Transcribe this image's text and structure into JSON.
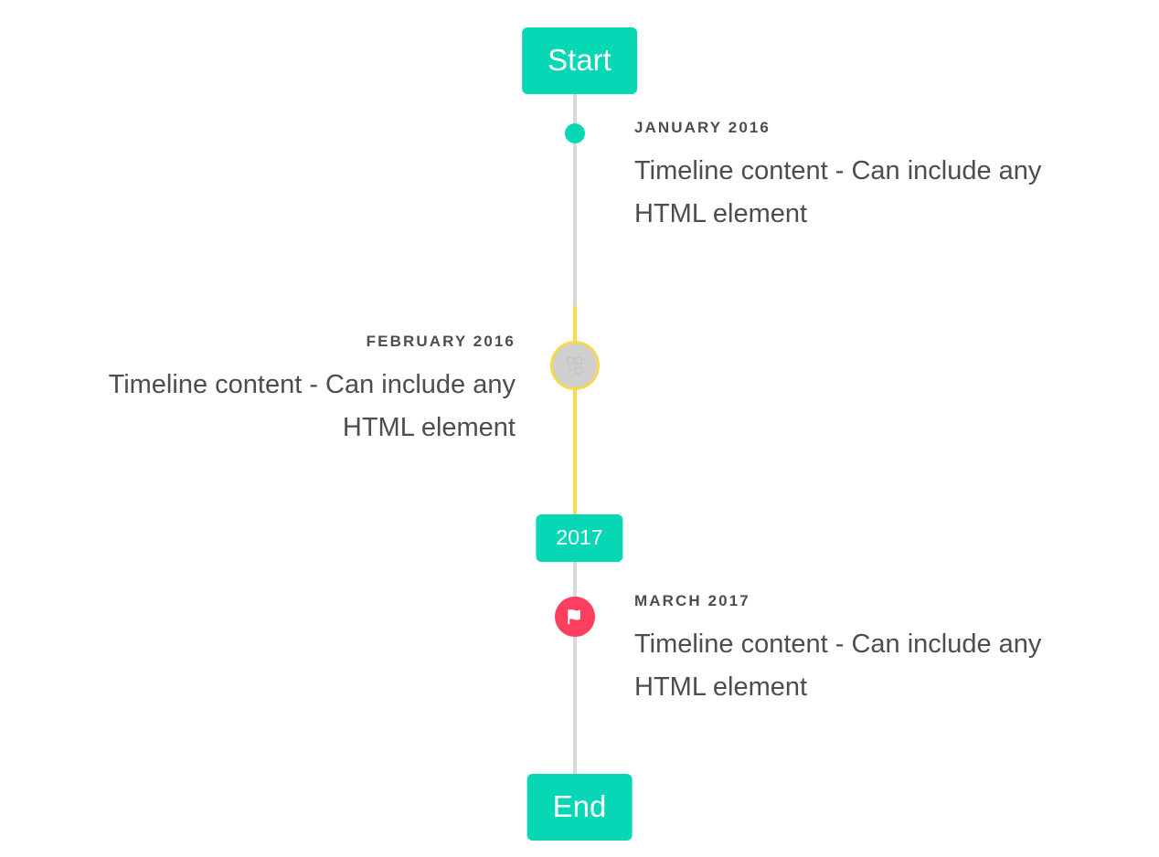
{
  "timeline": {
    "start_badge": {
      "label": "Start"
    },
    "mid_badge": {
      "label": "2017"
    },
    "end_badge": {
      "label": "End"
    },
    "colors": {
      "accent_teal": "#07d7b4",
      "accent_yellow": "#fbd84f",
      "accent_pink": "#fc3f5f",
      "rail_gray": "#d8d8d8",
      "marker_gray": "#cfcfcf",
      "text": "#4d4d4d",
      "background": "#ffffff"
    },
    "entries": [
      {
        "date": "JANUARY 2016",
        "body": "Timeline content - Can include any HTML element",
        "side": "right",
        "marker": "dot-marker",
        "marker_color": "#07d7b4"
      },
      {
        "date": "FEBRUARY 2016",
        "body": "Timeline content - Can include any HTML element",
        "side": "left",
        "marker": "ring-marker",
        "marker_color": "#fbd84f",
        "marker_glyph": "␣"
      },
      {
        "date": "MARCH 2017",
        "body": "Timeline content - Can include any HTML element",
        "side": "right",
        "marker": "flag-marker",
        "marker_color": "#fc3f5f"
      }
    ]
  }
}
